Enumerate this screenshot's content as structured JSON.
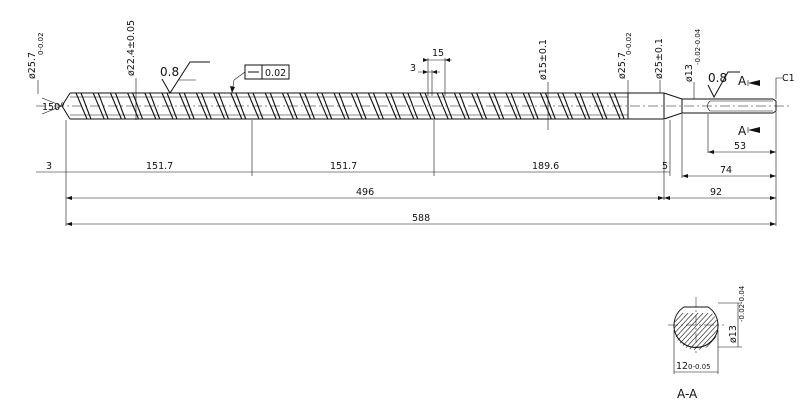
{
  "dimensions": {
    "d_tip": "ø25.7",
    "d_tip_tol": "0-0.02",
    "d_root": "ø22.4±0.05",
    "d_mid": "ø15±0.1",
    "d_rear": "ø25.7",
    "d_rear_tol": "0-0.02",
    "d_rear2": "ø25±0.1",
    "d_shank": "ø13",
    "d_shank_tol": "-0.02-0.04",
    "angle": "150°",
    "pitch": "15",
    "flight": "3",
    "len_tip": "3",
    "len_1": "151.7",
    "len_2": "151.7",
    "len_3": "189.6",
    "len_gap": "5",
    "len_flat": "53",
    "len_shank": "74",
    "len_screw": "496",
    "len_rear": "92",
    "len_total": "588",
    "chamfer": "C1"
  },
  "annotations": {
    "roughness_1": "0.8",
    "roughness_2": "0.8",
    "tolerance_value": "0.02",
    "section_marker_1": "A",
    "section_marker_2": "A"
  },
  "section": {
    "title": "A-A",
    "width": "12",
    "width_tol": "0-0.05",
    "diameter": "ø13",
    "diameter_tol": "-0.02-0.04"
  }
}
